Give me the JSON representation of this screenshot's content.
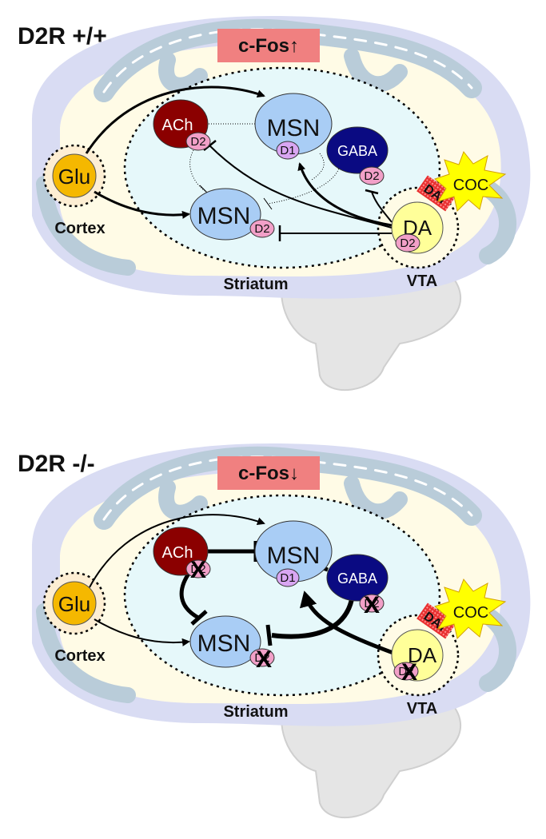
{
  "panels": [
    {
      "id": "wt",
      "genotype": "D2R +/+",
      "cfos": "c-Fos↑",
      "cells": {
        "glu": "Glu",
        "ach": "ACh",
        "msn_d1": "MSN",
        "msn_d2": "MSN",
        "gaba": "GABA",
        "da": "DA",
        "coc": "COC",
        "dat": "DAT"
      },
      "receptors": {
        "ach_d2": "D2",
        "msn_d1_rec": "D1",
        "gaba_d2": "D2",
        "msn_d2_rec": "D2",
        "da_d2": "D2"
      },
      "regions": {
        "cortex": "Cortex",
        "striatum": "Striatum",
        "vta": "VTA"
      }
    },
    {
      "id": "ko",
      "genotype": "D2R -/-",
      "cfos": "c-Fos↓",
      "cells": {
        "glu": "Glu",
        "ach": "ACh",
        "msn_d1": "MSN",
        "msn_d2": "MSN",
        "gaba": "GABA",
        "da": "DA",
        "coc": "COC",
        "dat": "DAT"
      },
      "receptors": {
        "ach_d2": "D2",
        "msn_d1_rec": "D1",
        "gaba_d2": "D2",
        "msn_d2_rec": "D2",
        "da_d2": "D2"
      },
      "regions": {
        "cortex": "Cortex",
        "striatum": "Striatum",
        "vta": "VTA"
      }
    }
  ],
  "colors": {
    "cfos_box": "#f08080",
    "glu": "#f5b800",
    "ach": "#8b0000",
    "msn": "#a9cdf5",
    "gaba": "#0a0a82",
    "da": "#ffff99",
    "d1": "#d9a6f2",
    "d2": "#f2a0c8",
    "striatum": "#e6f8fa",
    "coc": "#ffff00",
    "dat": "#e83030",
    "brain_outer": "#d9dcf3",
    "brain_gyrus": "#b9ccd9",
    "brain_inner": "#fffbe6"
  }
}
